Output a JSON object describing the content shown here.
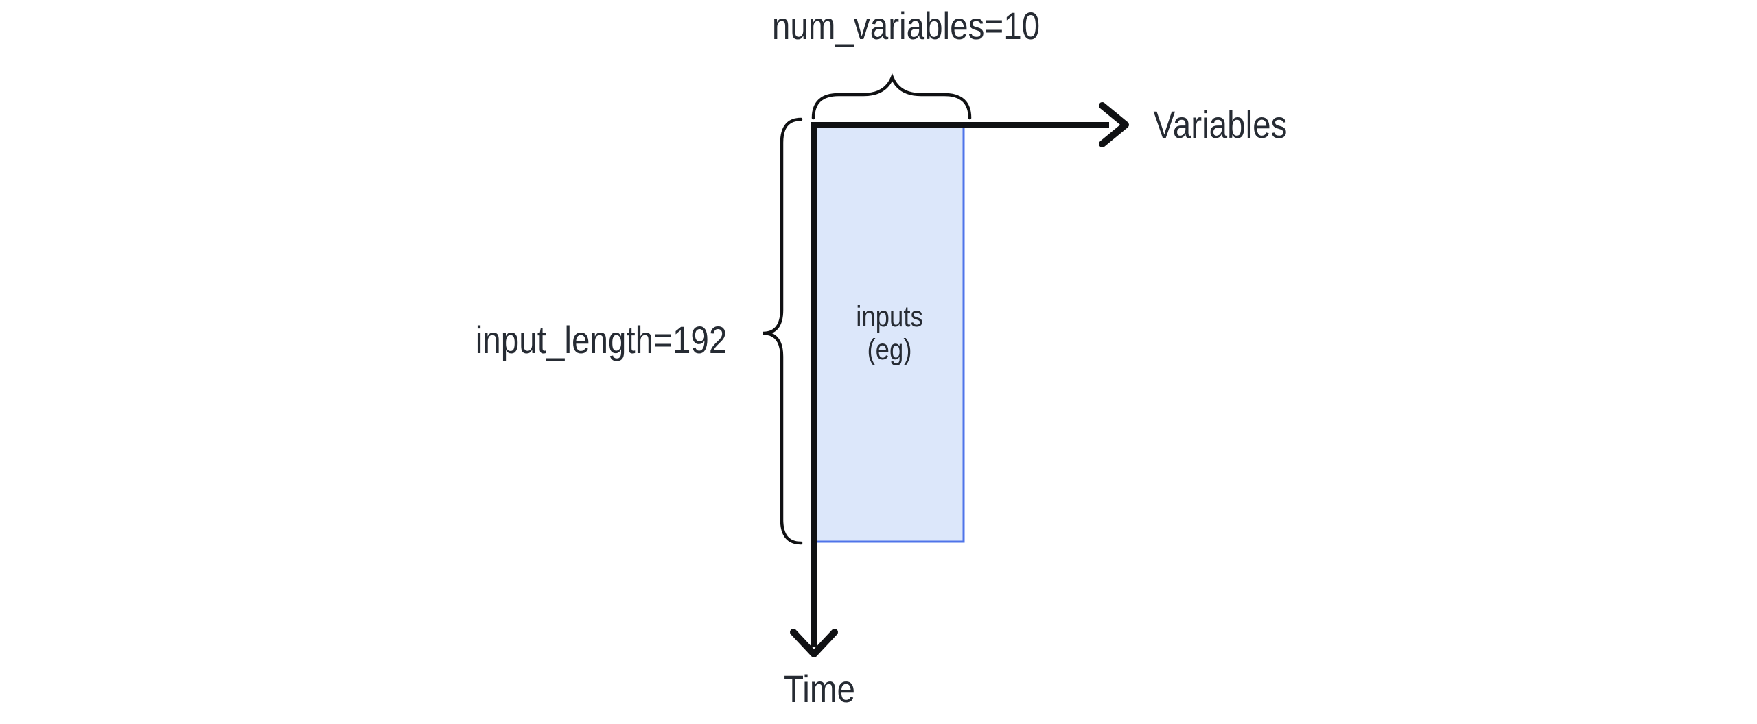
{
  "diagram": {
    "top_brace_label": "num_variables=10",
    "left_brace_label": "input_length=192",
    "x_axis_label": "Variables",
    "y_axis_label": "Time",
    "box_label_line1": "inputs",
    "box_label_line2": "(eg)",
    "colors": {
      "text": "#262b33",
      "line": "#101113",
      "box_fill": "#dce7fa",
      "box_border": "#4f74e9"
    }
  }
}
